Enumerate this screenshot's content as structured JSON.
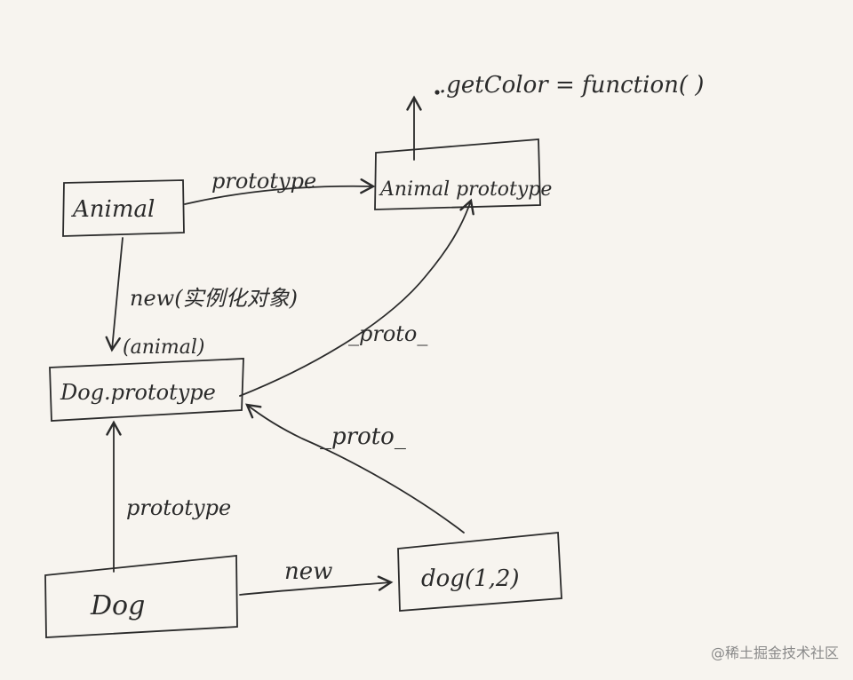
{
  "nodes": {
    "animal": "Animal",
    "animal_prototype": "Animal prototype",
    "dog_prototype": "Dog.prototype",
    "dog_prototype_note": "(animal)",
    "dog": "Dog",
    "dog_instance": "dog(1,2)"
  },
  "edges": {
    "animal_to_prototype": "prototype",
    "animal_new": "new(实例化对象)",
    "dog_prototype_proto": "_proto_",
    "instance_proto": "_proto_",
    "dog_to_prototype": "prototype",
    "dog_new": "new"
  },
  "annotation": {
    "get_color": ".getColor = function( )"
  },
  "watermark": "@稀土掘金技术社区"
}
